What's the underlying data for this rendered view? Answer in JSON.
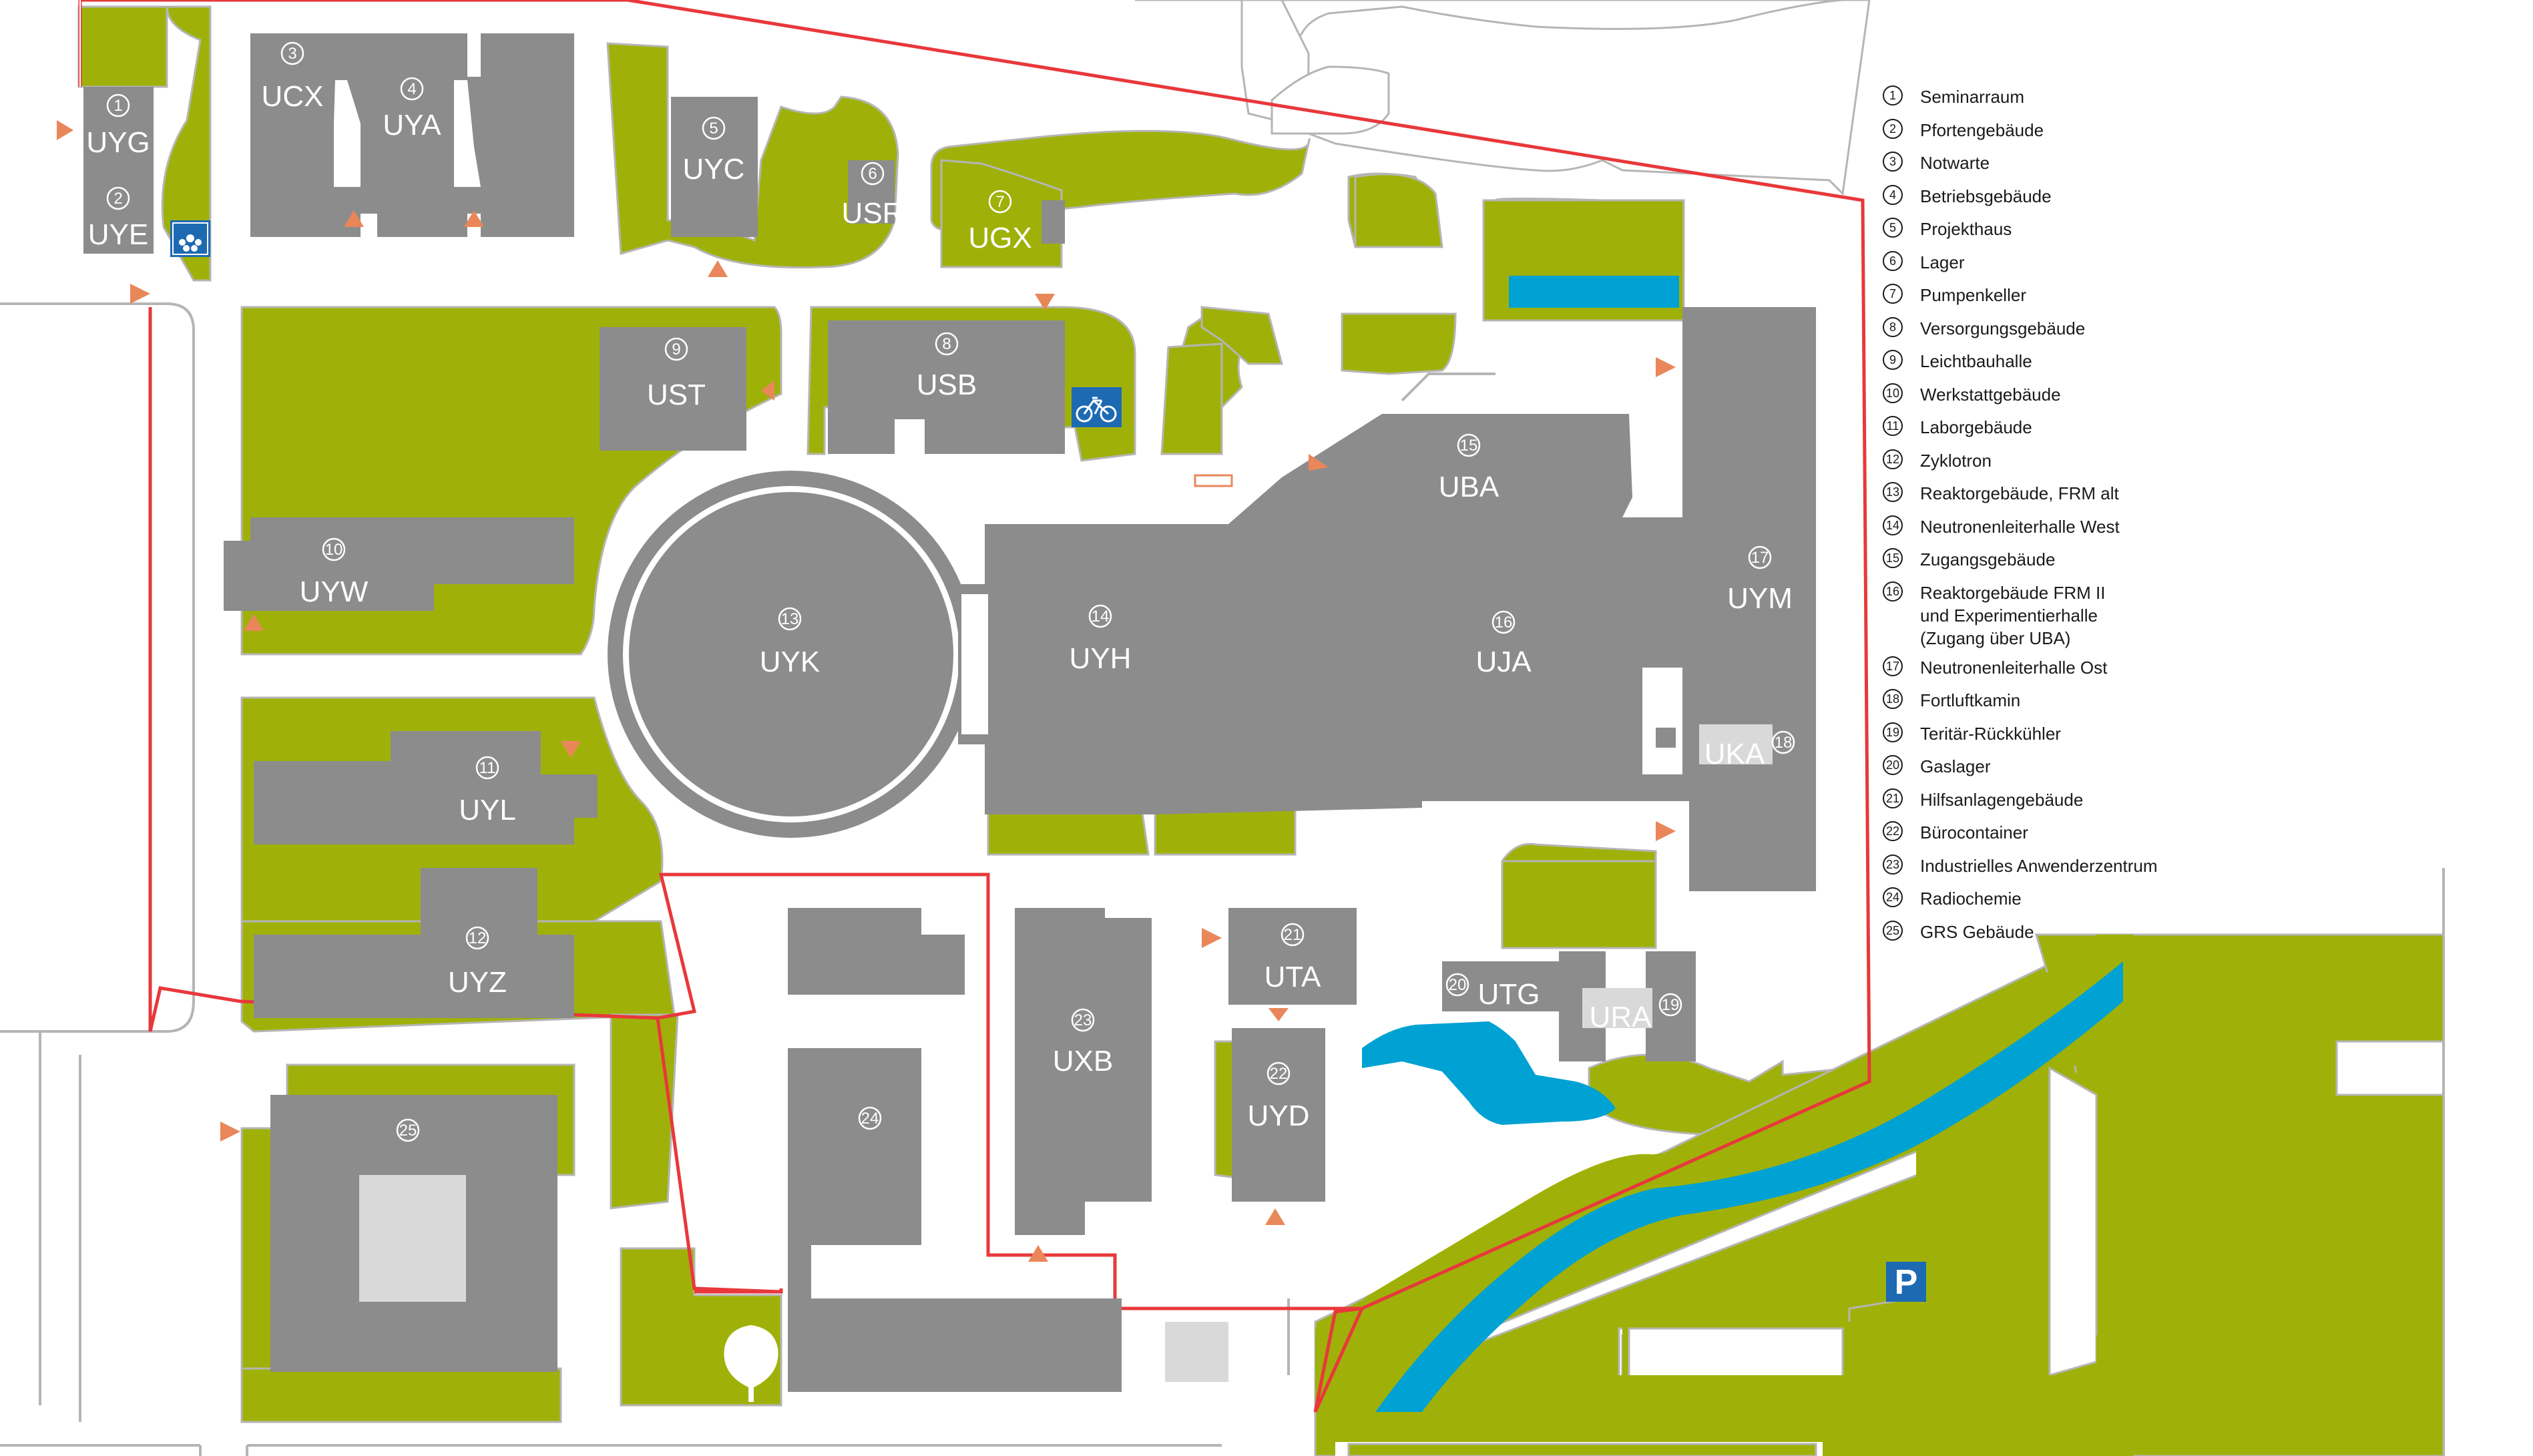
{
  "colors": {
    "green": "#9fb108",
    "building": "#8c8c8c",
    "building_light": "#d9d9d9",
    "boundary": "#e8383b",
    "water": "#00a1d3",
    "road": "#b5b5b5",
    "entrance": "#e9875a",
    "icon_blue": "#1d6ab3"
  },
  "buildings": {
    "b1": {
      "num": "1",
      "code": "UYG"
    },
    "b2": {
      "num": "2",
      "code": "UYE"
    },
    "b3": {
      "num": "3",
      "code": "UCX"
    },
    "b4": {
      "num": "4",
      "code": "UYA"
    },
    "b5": {
      "num": "5",
      "code": "UYC"
    },
    "b6": {
      "num": "6",
      "code": "USR"
    },
    "b7": {
      "num": "7",
      "code": "UGX"
    },
    "b8": {
      "num": "8",
      "code": "USB"
    },
    "b9": {
      "num": "9",
      "code": "UST"
    },
    "b10": {
      "num": "10",
      "code": "UYW"
    },
    "b11": {
      "num": "11",
      "code": "UYL"
    },
    "b12": {
      "num": "12",
      "code": "UYZ"
    },
    "b13": {
      "num": "13",
      "code": "UYK"
    },
    "b14": {
      "num": "14",
      "code": "UYH"
    },
    "b15": {
      "num": "15",
      "code": "UBA"
    },
    "b16": {
      "num": "16",
      "code": "UJA"
    },
    "b17": {
      "num": "17",
      "code": "UYM"
    },
    "b18": {
      "num": "18",
      "code": "UKA"
    },
    "b19": {
      "num": "19",
      "code": "URA"
    },
    "b20": {
      "num": "20",
      "code": "UTG"
    },
    "b21": {
      "num": "21",
      "code": "UTA"
    },
    "b22": {
      "num": "22",
      "code": "UYD"
    },
    "b23": {
      "num": "23",
      "code": "UXB"
    },
    "b24": {
      "num": "24",
      "code": ""
    },
    "b25": {
      "num": "25",
      "code": ""
    }
  },
  "parking_label": "P",
  "legend": [
    {
      "num": "1",
      "label": "Seminarraum"
    },
    {
      "num": "2",
      "label": "Pfortengebäude"
    },
    {
      "num": "3",
      "label": "Notwarte"
    },
    {
      "num": "4",
      "label": "Betriebsgebäude"
    },
    {
      "num": "5",
      "label": "Projekthaus"
    },
    {
      "num": "6",
      "label": "Lager"
    },
    {
      "num": "7",
      "label": "Pumpenkeller"
    },
    {
      "num": "8",
      "label": "Versorgungsgebäude"
    },
    {
      "num": "9",
      "label": "Leichtbauhalle"
    },
    {
      "num": "10",
      "label": "Werkstattgebäude"
    },
    {
      "num": "11",
      "label": "Laborgebäude"
    },
    {
      "num": "12",
      "label": "Zyklotron"
    },
    {
      "num": "13",
      "label": "Reaktorgebäude, FRM alt"
    },
    {
      "num": "14",
      "label": "Neutronenleiterhalle West"
    },
    {
      "num": "15",
      "label": "Zugangsgebäude"
    },
    {
      "num": "16",
      "label": "Reaktorgebäude FRM II\nund Experimentierhalle\n(Zugang über UBA)"
    },
    {
      "num": "17",
      "label": "Neutronenleiterhalle Ost"
    },
    {
      "num": "18",
      "label": "Fortluftkamin"
    },
    {
      "num": "19",
      "label": "Teritär-Rückkühler"
    },
    {
      "num": "20",
      "label": "Gaslager"
    },
    {
      "num": "21",
      "label": "Hilfsanlagengebäude"
    },
    {
      "num": "22",
      "label": "Bürocontainer"
    },
    {
      "num": "23",
      "label": "Industrielles Anwenderzentrum"
    },
    {
      "num": "24",
      "label": "Radiochemie"
    },
    {
      "num": "25",
      "label": "GRS Gebäude"
    }
  ]
}
